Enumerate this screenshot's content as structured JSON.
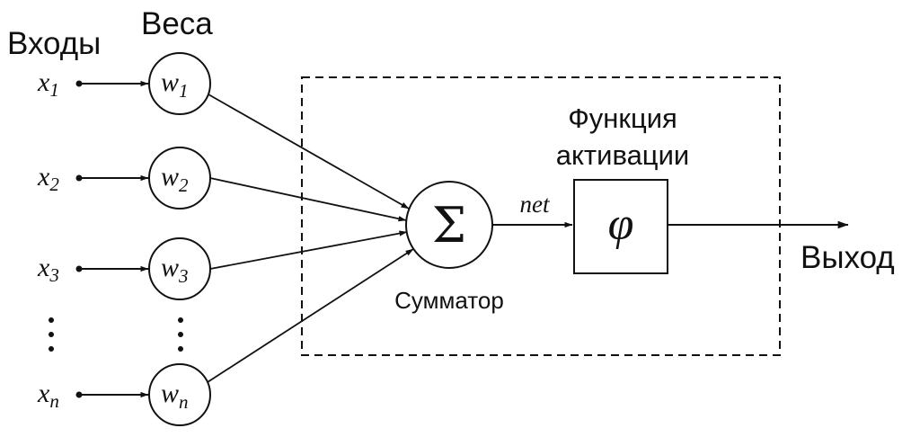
{
  "labels": {
    "inputs_title": "Входы",
    "weights_title": "Веса",
    "activation_title_line1": "Функция",
    "activation_title_line2": "активации",
    "summator_label": "Сумматор",
    "net_label": "net",
    "output_label": "Выход"
  },
  "symbols": {
    "sum": "Σ",
    "activation": "φ",
    "vertical_dots": "⋮"
  },
  "inputs": [
    {
      "base": "x",
      "sub": "1"
    },
    {
      "base": "x",
      "sub": "2"
    },
    {
      "base": "x",
      "sub": "3"
    },
    {
      "base": "x",
      "sub": "n"
    }
  ],
  "weights": [
    {
      "base": "w",
      "sub": "1"
    },
    {
      "base": "w",
      "sub": "2"
    },
    {
      "base": "w",
      "sub": "3"
    },
    {
      "base": "w",
      "sub": "n"
    }
  ],
  "colors": {
    "stroke": "#111111",
    "background": "#ffffff"
  }
}
